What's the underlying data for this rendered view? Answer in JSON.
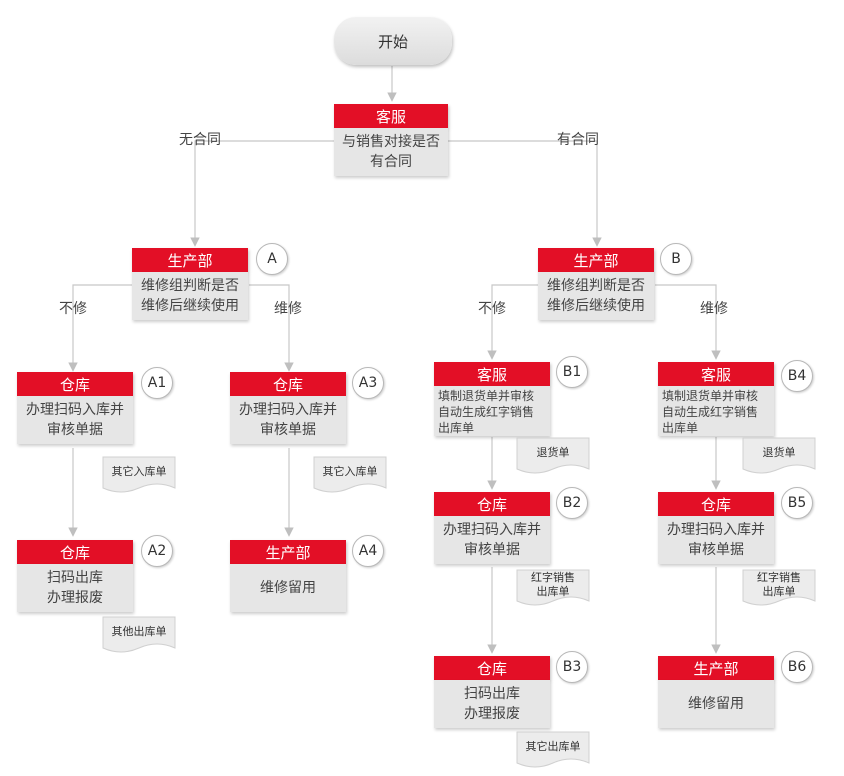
{
  "start": "开始",
  "top": {
    "header": "客服",
    "body": "与销售对接是否\n有合同"
  },
  "labels": {
    "no_contract": "无合同",
    "has_contract": "有合同",
    "a_no_repair": "不修",
    "a_repair": "维修",
    "b_no_repair": "不修",
    "b_repair": "维修"
  },
  "A": {
    "header": "生产部",
    "body": "维修组判断是否\n维修后继续使用",
    "badge": "A"
  },
  "B": {
    "header": "生产部",
    "body": "维修组判断是否\n维修后继续使用",
    "badge": "B"
  },
  "A1": {
    "header": "仓库",
    "body": "办理扫码入库并\n审核单据",
    "badge": "A1",
    "doc": "其它入库单"
  },
  "A2": {
    "header": "仓库",
    "body": "扫码出库\n办理报废",
    "badge": "A2",
    "doc": "其他出库单"
  },
  "A3": {
    "header": "仓库",
    "body": "办理扫码入库并\n审核单据",
    "badge": "A3",
    "doc": "其它入库单"
  },
  "A4": {
    "header": "生产部",
    "body": "维修留用",
    "badge": "A4"
  },
  "B1": {
    "header": "客服",
    "body": "填制退货单并审核\n自动生成红字销售\n出库单",
    "badge": "B1",
    "doc": "退货单"
  },
  "B2": {
    "header": "仓库",
    "body": "办理扫码入库并\n审核单据",
    "badge": "B2",
    "doc": "红字销售\n出库单"
  },
  "B3": {
    "header": "仓库",
    "body": "扫码出库\n办理报废",
    "badge": "B3",
    "doc": "其它出库单"
  },
  "B4": {
    "header": "客服",
    "body": "填制退货单并审核\n自动生成红字销售\n出库单",
    "badge": "B4",
    "doc": "退货单"
  },
  "B5": {
    "header": "仓库",
    "body": "办理扫码入库并\n审核单据",
    "badge": "B5",
    "doc": "红字销售\n出库单"
  },
  "B6": {
    "header": "生产部",
    "body": "维修留用",
    "badge": "B6"
  },
  "colors": {
    "header_red": "#e30f26",
    "body_gray": "#e6e6e6",
    "line_gray": "#bfbfbf"
  }
}
